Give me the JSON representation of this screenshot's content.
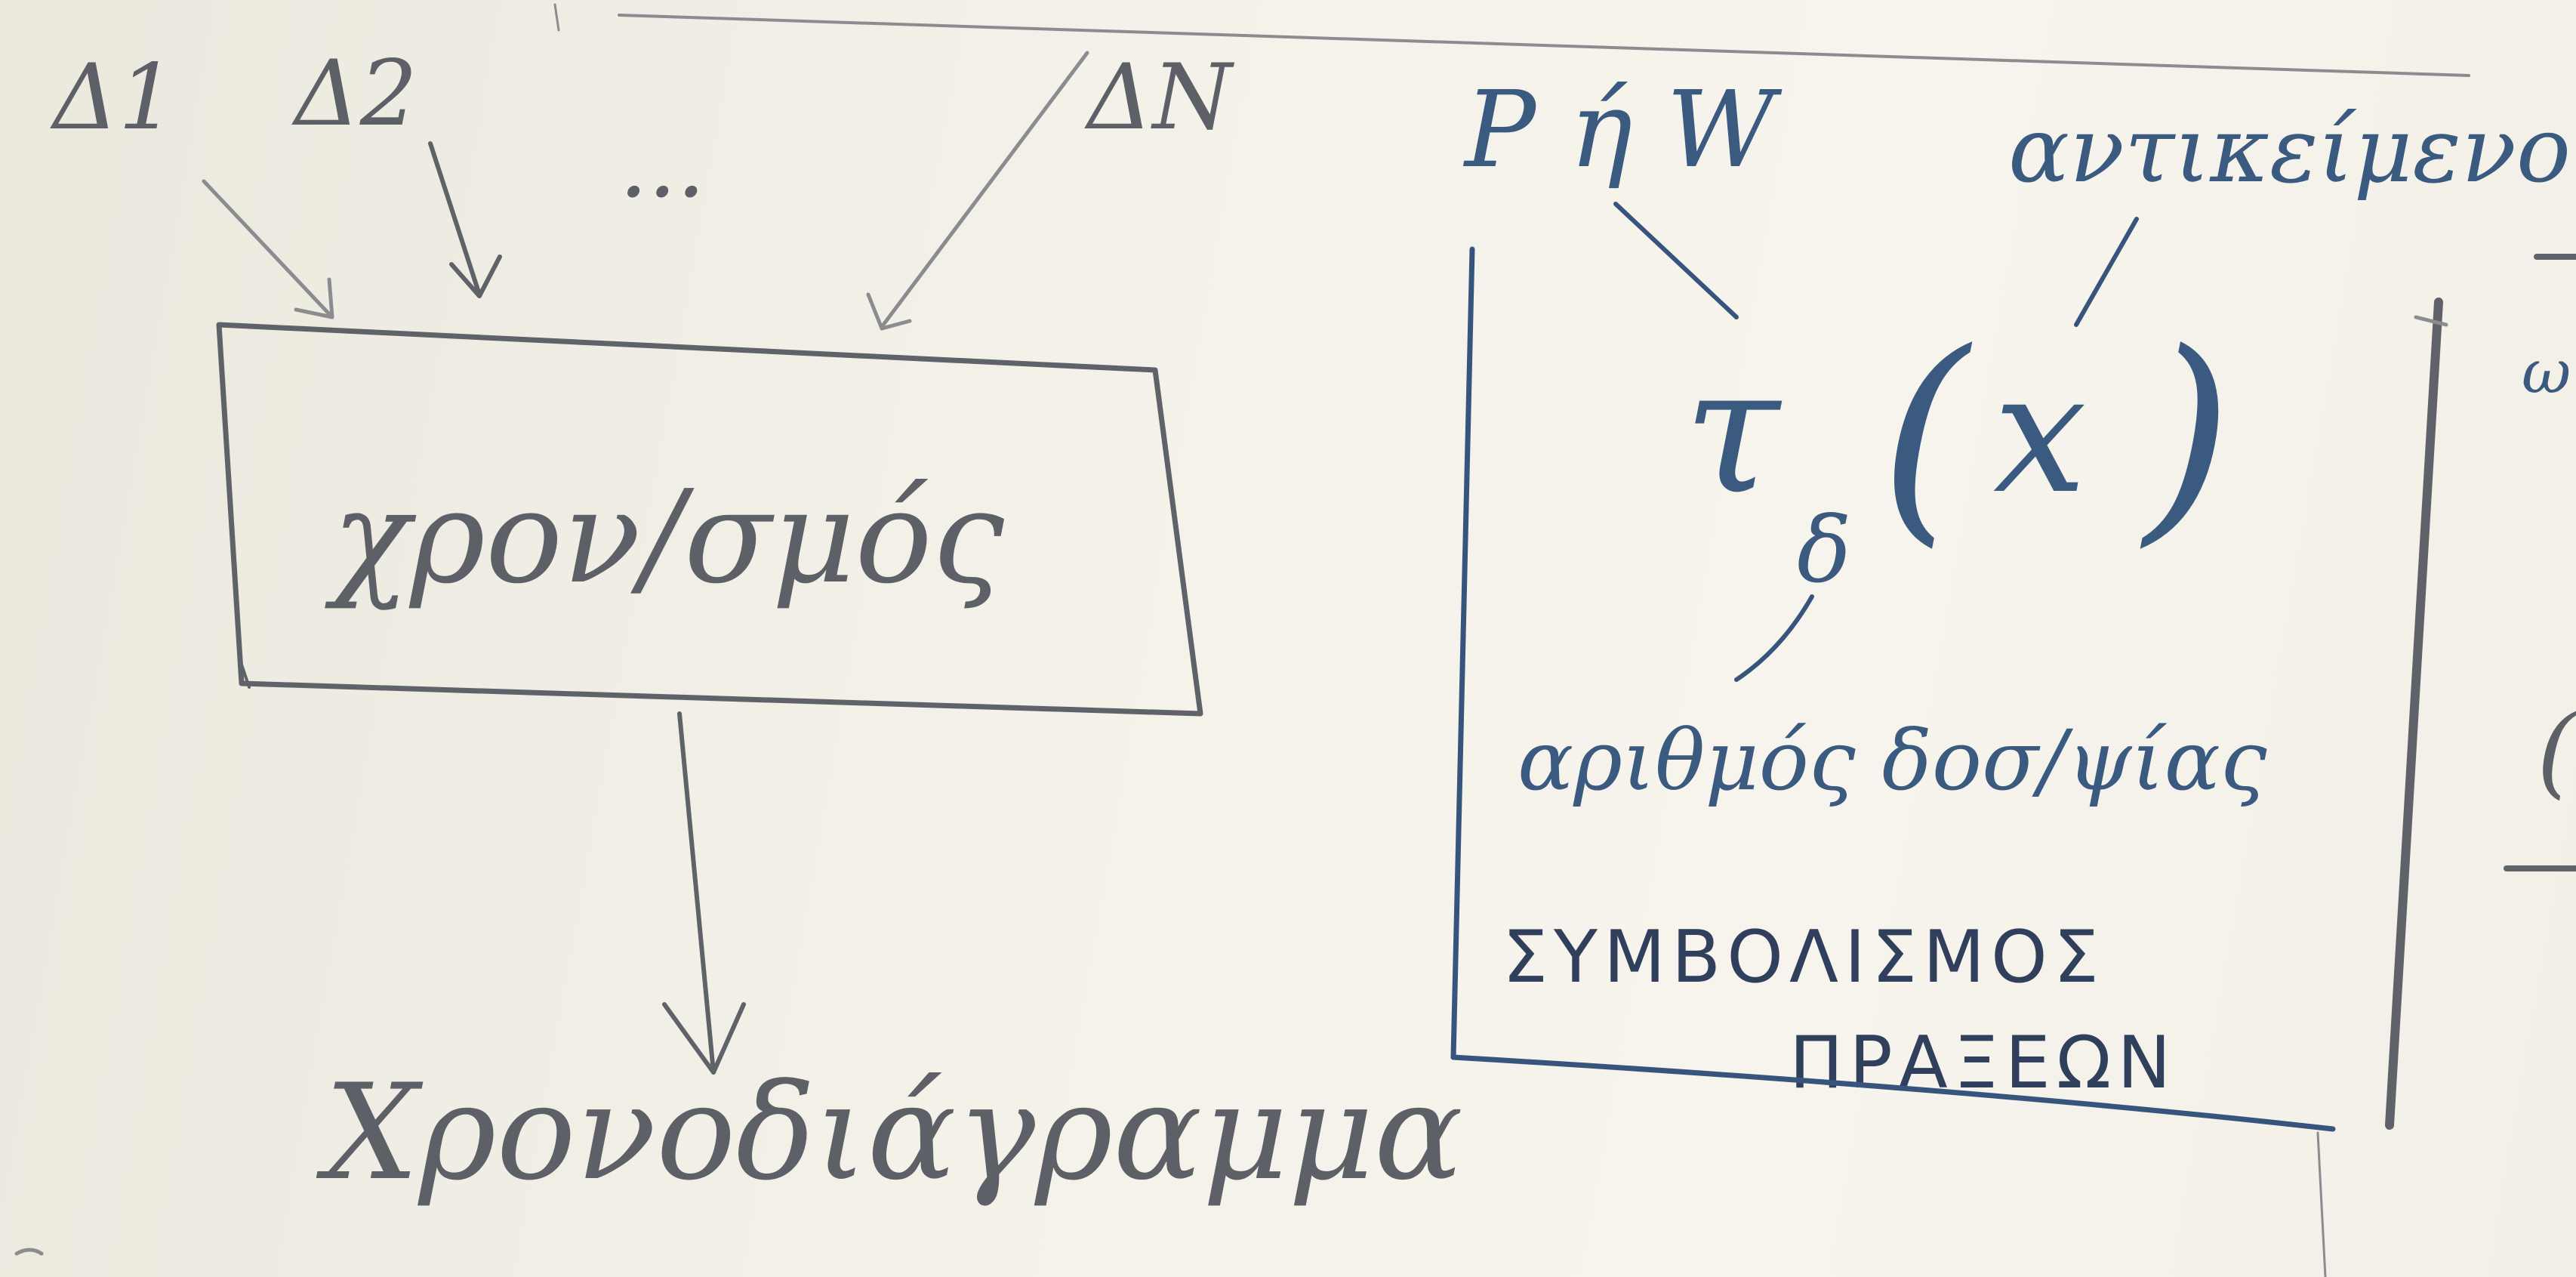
{
  "inputs": {
    "delta_1": "Δ1",
    "delta_2": "Δ2",
    "ellipsis": "...",
    "delta_n": "ΔN"
  },
  "process_box": {
    "label": "χρον/σμός"
  },
  "output": {
    "label": "Χρονοδιάγραμμα"
  },
  "notation": {
    "resource_label": "Ρ ή W",
    "object_label": "αντικείμενο",
    "tau": "τ",
    "delta_sub": "δ",
    "x_var": "x",
    "open_paren": "(",
    "close_paren": ")",
    "sequence_label": "αριθμός δοσ/ψίας",
    "caption_line1": "ΣΥΜΒΟΛΙΣΜΟΣ",
    "caption_line2": "ΠΡΑΞΕΩΝ"
  },
  "edge_fragments": {
    "w_fragment": "ω.",
    "paren_fragment": "("
  },
  "colors": {
    "board": "#efede3",
    "grey_ink": "#5f6268",
    "blue_ink": "#37557c"
  }
}
